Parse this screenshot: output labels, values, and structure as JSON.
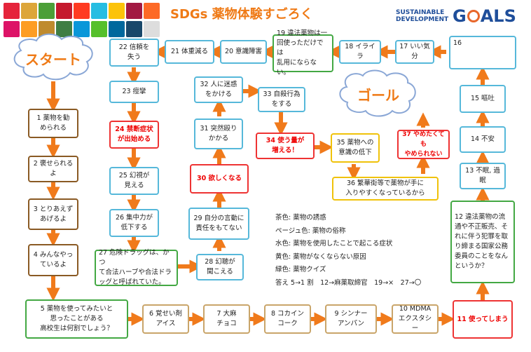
{
  "header": {
    "title": "SDGs 薬物体験すごろく",
    "logo_small": [
      "SUSTAINABLE",
      "DEVELOPMENT"
    ],
    "logo_big_prefix": "G",
    "logo_big_suffix": "ALS",
    "sdg_icon_colors": [
      "#e5243b",
      "#dda63a",
      "#4c9f38",
      "#c5192d",
      "#ff3a21",
      "#26bde2",
      "#fcc30b",
      "#a21942",
      "#fd6925",
      "#dd1367",
      "#fd9d24",
      "#bf8b2e",
      "#3f7e44",
      "#0a97d9",
      "#56c02b",
      "#00689d",
      "#19486a",
      "#dddddd"
    ]
  },
  "start_label": "スタート",
  "goal_label": "ゴール",
  "squares": {
    "s1": "1 薬物を勧\nめられる",
    "s2": "2 褒せられるよ",
    "s3": "3 とりあえず\nあげるよ",
    "s4": "4 みんなやっ\nているよ",
    "s5": "5 薬物を使ってみたいと\n思ったことがある\n高校生は何割でしょう？",
    "s6": "6 覚せい剤\nアイス",
    "s7": "7 大麻\nチョコ",
    "s8": "8 コカイン\nコーク",
    "s9": "9 シンナー\nアンパン",
    "s10": "10 MDMA\nエクスタシー",
    "s11": "11 使ってしまう",
    "s12": "12 違法薬物の流\n通や不正販売、そ\nれに伴う犯罪を取\nり締まる国家公務\n委員のことをなん\nというか？",
    "s13": "13 不眠, 過眠",
    "s14": "14 不安",
    "s15": "15 嘔吐",
    "s16": "16",
    "s17": "17 いい気分",
    "s18": "18 イライラ",
    "s19": "19 違法薬物は一\n回使っただけでは\n乱用にならない。",
    "s20": "20 意識障害",
    "s21": "21 体重減る",
    "s22": "22 信頼を\n失う",
    "s23": "23 痙攣",
    "s24": "24 禁断症状\nが出始める",
    "s25": "25 幻視が\n見える",
    "s26": "26 集中力が\n低下する",
    "s27": "27 危険ドラッグは、かつ\nて合法ハーブや合法ドラ\nッグと呼ばれていた。",
    "s28": "28 幻聴が\n聞こえる",
    "s29": "29 自分の言動に\n責任をもてない",
    "s30": "30 欲しくなる",
    "s31": "31 突然殴り\nかかる",
    "s32": "32 人に迷惑\nをかける",
    "s33": "33 自殺行為\nをする",
    "s34": "34 使う量が\n増える！",
    "s35": "35 薬物への\n意識の低下",
    "s36": "36 繁華街等で薬物が手に\n入りやすくなっているから",
    "s37": "37 やめたくても\nやめられない"
  },
  "legend": [
    "茶色: 薬物の誘惑",
    "ページュ色: 薬物の俗称",
    "水色: 薬物を使用したことで起こる症状",
    "黄色: 薬物がなくならない原因",
    "緑色: 薬物クイズ",
    "答え 5→1 割　12→麻薬取締官　19→×　27→〇"
  ],
  "colors": {
    "arrow": "#f07a1b",
    "title": "#ef7a16",
    "brown": "#8a5a24",
    "blue": "#56b8da",
    "red": "#e33333",
    "yellow": "#f0c20a",
    "green": "#43a843"
  }
}
